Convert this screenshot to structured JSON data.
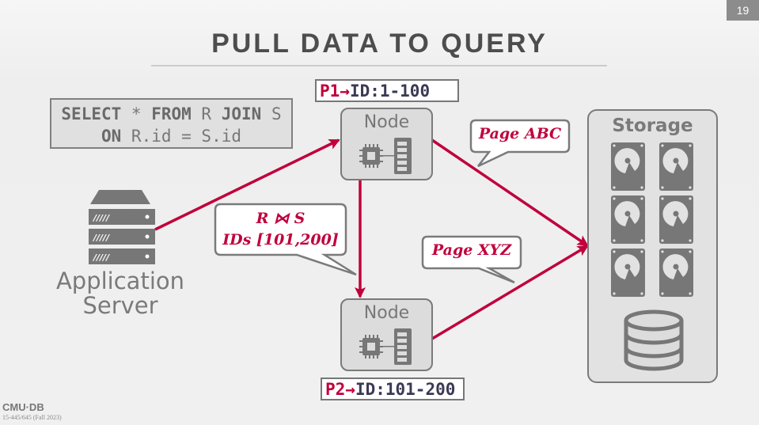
{
  "slide": {
    "page_number": "19",
    "title": "PULL DATA TO QUERY"
  },
  "query": {
    "line1": [
      {
        "text": "SELECT",
        "bold": true
      },
      {
        "text": " * ",
        "bold": false
      },
      {
        "text": "FROM",
        "bold": true
      },
      {
        "text": " R ",
        "bold": false
      },
      {
        "text": "JOIN",
        "bold": true
      },
      {
        "text": " S",
        "bold": false
      }
    ],
    "line2": [
      {
        "text": "ON",
        "bold": true
      },
      {
        "text": " R.id = S.id",
        "bold": false
      }
    ]
  },
  "app_server": {
    "label_line1": "Application",
    "label_line2": "Server"
  },
  "nodes": [
    {
      "label": "Node",
      "partition": "P1",
      "arrow": "→",
      "range": "ID:1-100"
    },
    {
      "label": "Node",
      "partition": "P2",
      "arrow": "→",
      "range": "ID:101-200"
    }
  ],
  "storage": {
    "label": "Storage",
    "disk_count": 6
  },
  "bubbles": {
    "join": {
      "line1": "R ⋈ S",
      "line2": "IDs [101,200]"
    },
    "page_abc": "Page ABC",
    "page_xyz": "Page XYZ"
  },
  "colors": {
    "accent": "#c0003c",
    "icon_gray": "#777777",
    "box_fill": "#dcdcdc"
  },
  "footer": {
    "logo": "CMU·DB",
    "course": "15-445/645 (Fall 2023)"
  }
}
